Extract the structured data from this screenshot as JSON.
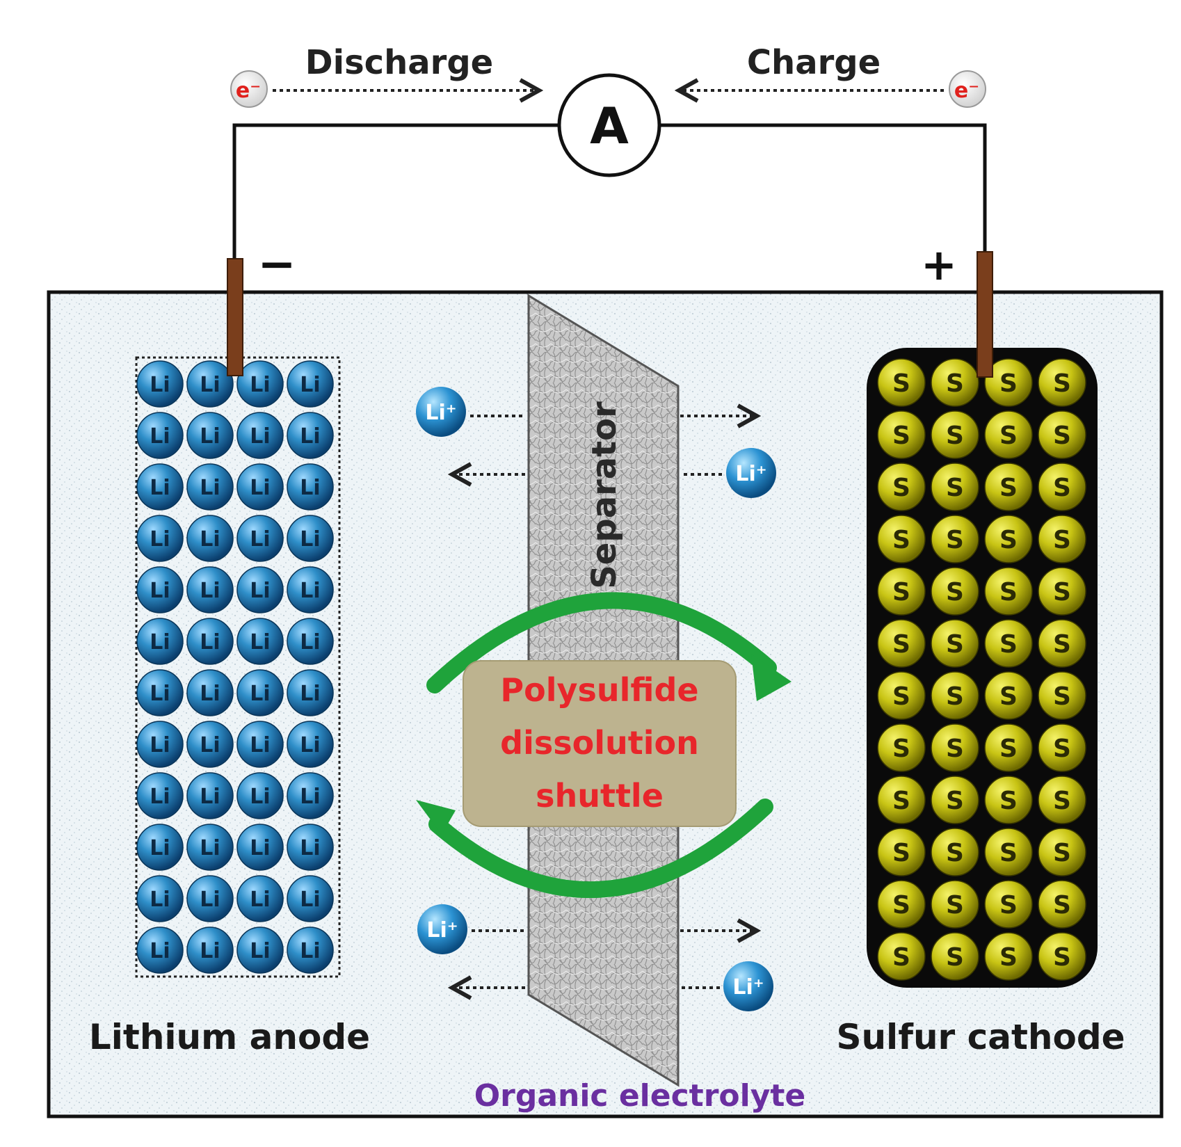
{
  "labels": {
    "discharge": "Discharge",
    "charge": "Charge",
    "ammeter": "A",
    "electron": "e⁻",
    "negative_terminal": "−",
    "positive_terminal": "+",
    "separator": "Separator",
    "shuttle_line1": "Polysulfide",
    "shuttle_line2": "dissolution",
    "shuttle_line3": "shuttle",
    "anode": "Lithium anode",
    "cathode": "Sulfur cathode",
    "electrolyte": "Organic electrolyte",
    "lithium_atom": "Li",
    "sulfur_atom": "S",
    "lithium_ion": "Li⁺"
  },
  "anode_grid": {
    "columns": 4,
    "rows": 12
  },
  "cathode_grid": {
    "columns": 4,
    "rows": 12
  },
  "colors": {
    "lithium": "#2f8fc9",
    "sulfur": "#c8c414",
    "shuttle_arrow": "#1fa33b",
    "shuttle_text": "#e8262b",
    "shuttle_box": "#bdb38f",
    "electrolyte_text": "#6a2fa0",
    "electron_text": "#e0201c",
    "electrode_lead": "#7a3e1c"
  }
}
